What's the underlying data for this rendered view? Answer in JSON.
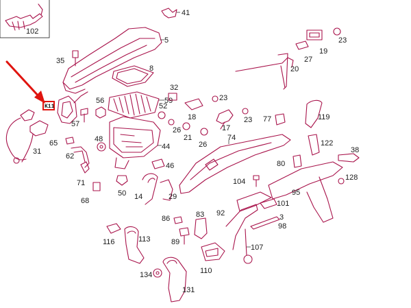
{
  "diagram": {
    "highlight_label": "K11",
    "colors": {
      "part_line": "#a8124a",
      "highlight": "#e0140f",
      "text": "#1a1a1a"
    },
    "numbers": {
      "n102": "102",
      "n41": "41",
      "n5": "5",
      "n35": "35",
      "n8": "8",
      "n32": "32",
      "n59": "59",
      "n56": "56",
      "n52": "52",
      "n57": "57",
      "n23a": "23",
      "n18": "18",
      "n17": "17",
      "n23b": "23",
      "n77": "77",
      "n119": "119",
      "n19": "19",
      "n27": "27",
      "n20": "20",
      "n23c": "23",
      "n26a": "26",
      "n21": "21",
      "n26b": "26",
      "n74": "74",
      "n31": "31",
      "n65": "65",
      "n62": "62",
      "n48": "48",
      "n44": "44",
      "n46": "46",
      "n122": "122",
      "n38": "38",
      "n80": "80",
      "n71": "71",
      "n68": "68",
      "n50": "50",
      "n14": "14",
      "n29": "29",
      "n104": "104",
      "n95": "95",
      "n128": "128",
      "n101": "101",
      "n86": "86",
      "n83": "83",
      "n92": "92",
      "n3": "3",
      "n98": "98",
      "n116": "116",
      "n113": "113",
      "n89": "89",
      "n107": "107",
      "n110": "110",
      "n134": "134",
      "n131": "131"
    }
  }
}
